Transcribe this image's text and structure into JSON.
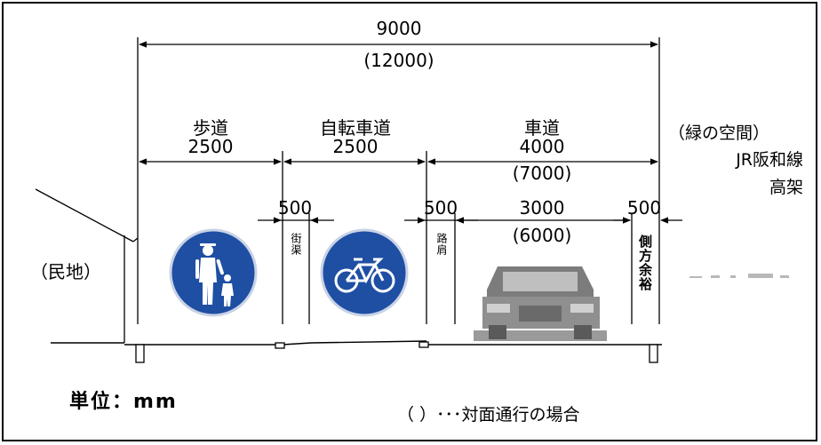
{
  "dimensions": {
    "total": "9000",
    "total_alt": "(12000)",
    "sidewalk": "2500",
    "bike_lane": "2500",
    "roadway": "4000",
    "roadway_alt": "(7000)",
    "gutter": "500",
    "shoulder_left": "500",
    "lane": "3000",
    "lane_alt": "(6000)",
    "shoulder_right": "500"
  },
  "labels": {
    "sidewalk": "歩道",
    "bike_lane": "自転車道",
    "roadway": "車道",
    "private_land": "（民地）",
    "gutter": "街渠",
    "road_shoulder": "路肩",
    "side_margin": "側方余裕",
    "green_space": "（緑の空間）",
    "rail_line": "JR阪和線",
    "elevated": "高架",
    "unit": "単位：mm",
    "legend": "（ ）･･･対面通行の場合"
  },
  "colors": {
    "sign_blue": "#1f4fa3",
    "sign_border": "#c9d3e6",
    "line": "#000000",
    "car_gray": "#8a8a8a"
  },
  "icons": {
    "pedestrian_sign": "pedestrian-sign-icon",
    "bicycle_sign": "bicycle-sign-icon",
    "car": "car-icon"
  }
}
